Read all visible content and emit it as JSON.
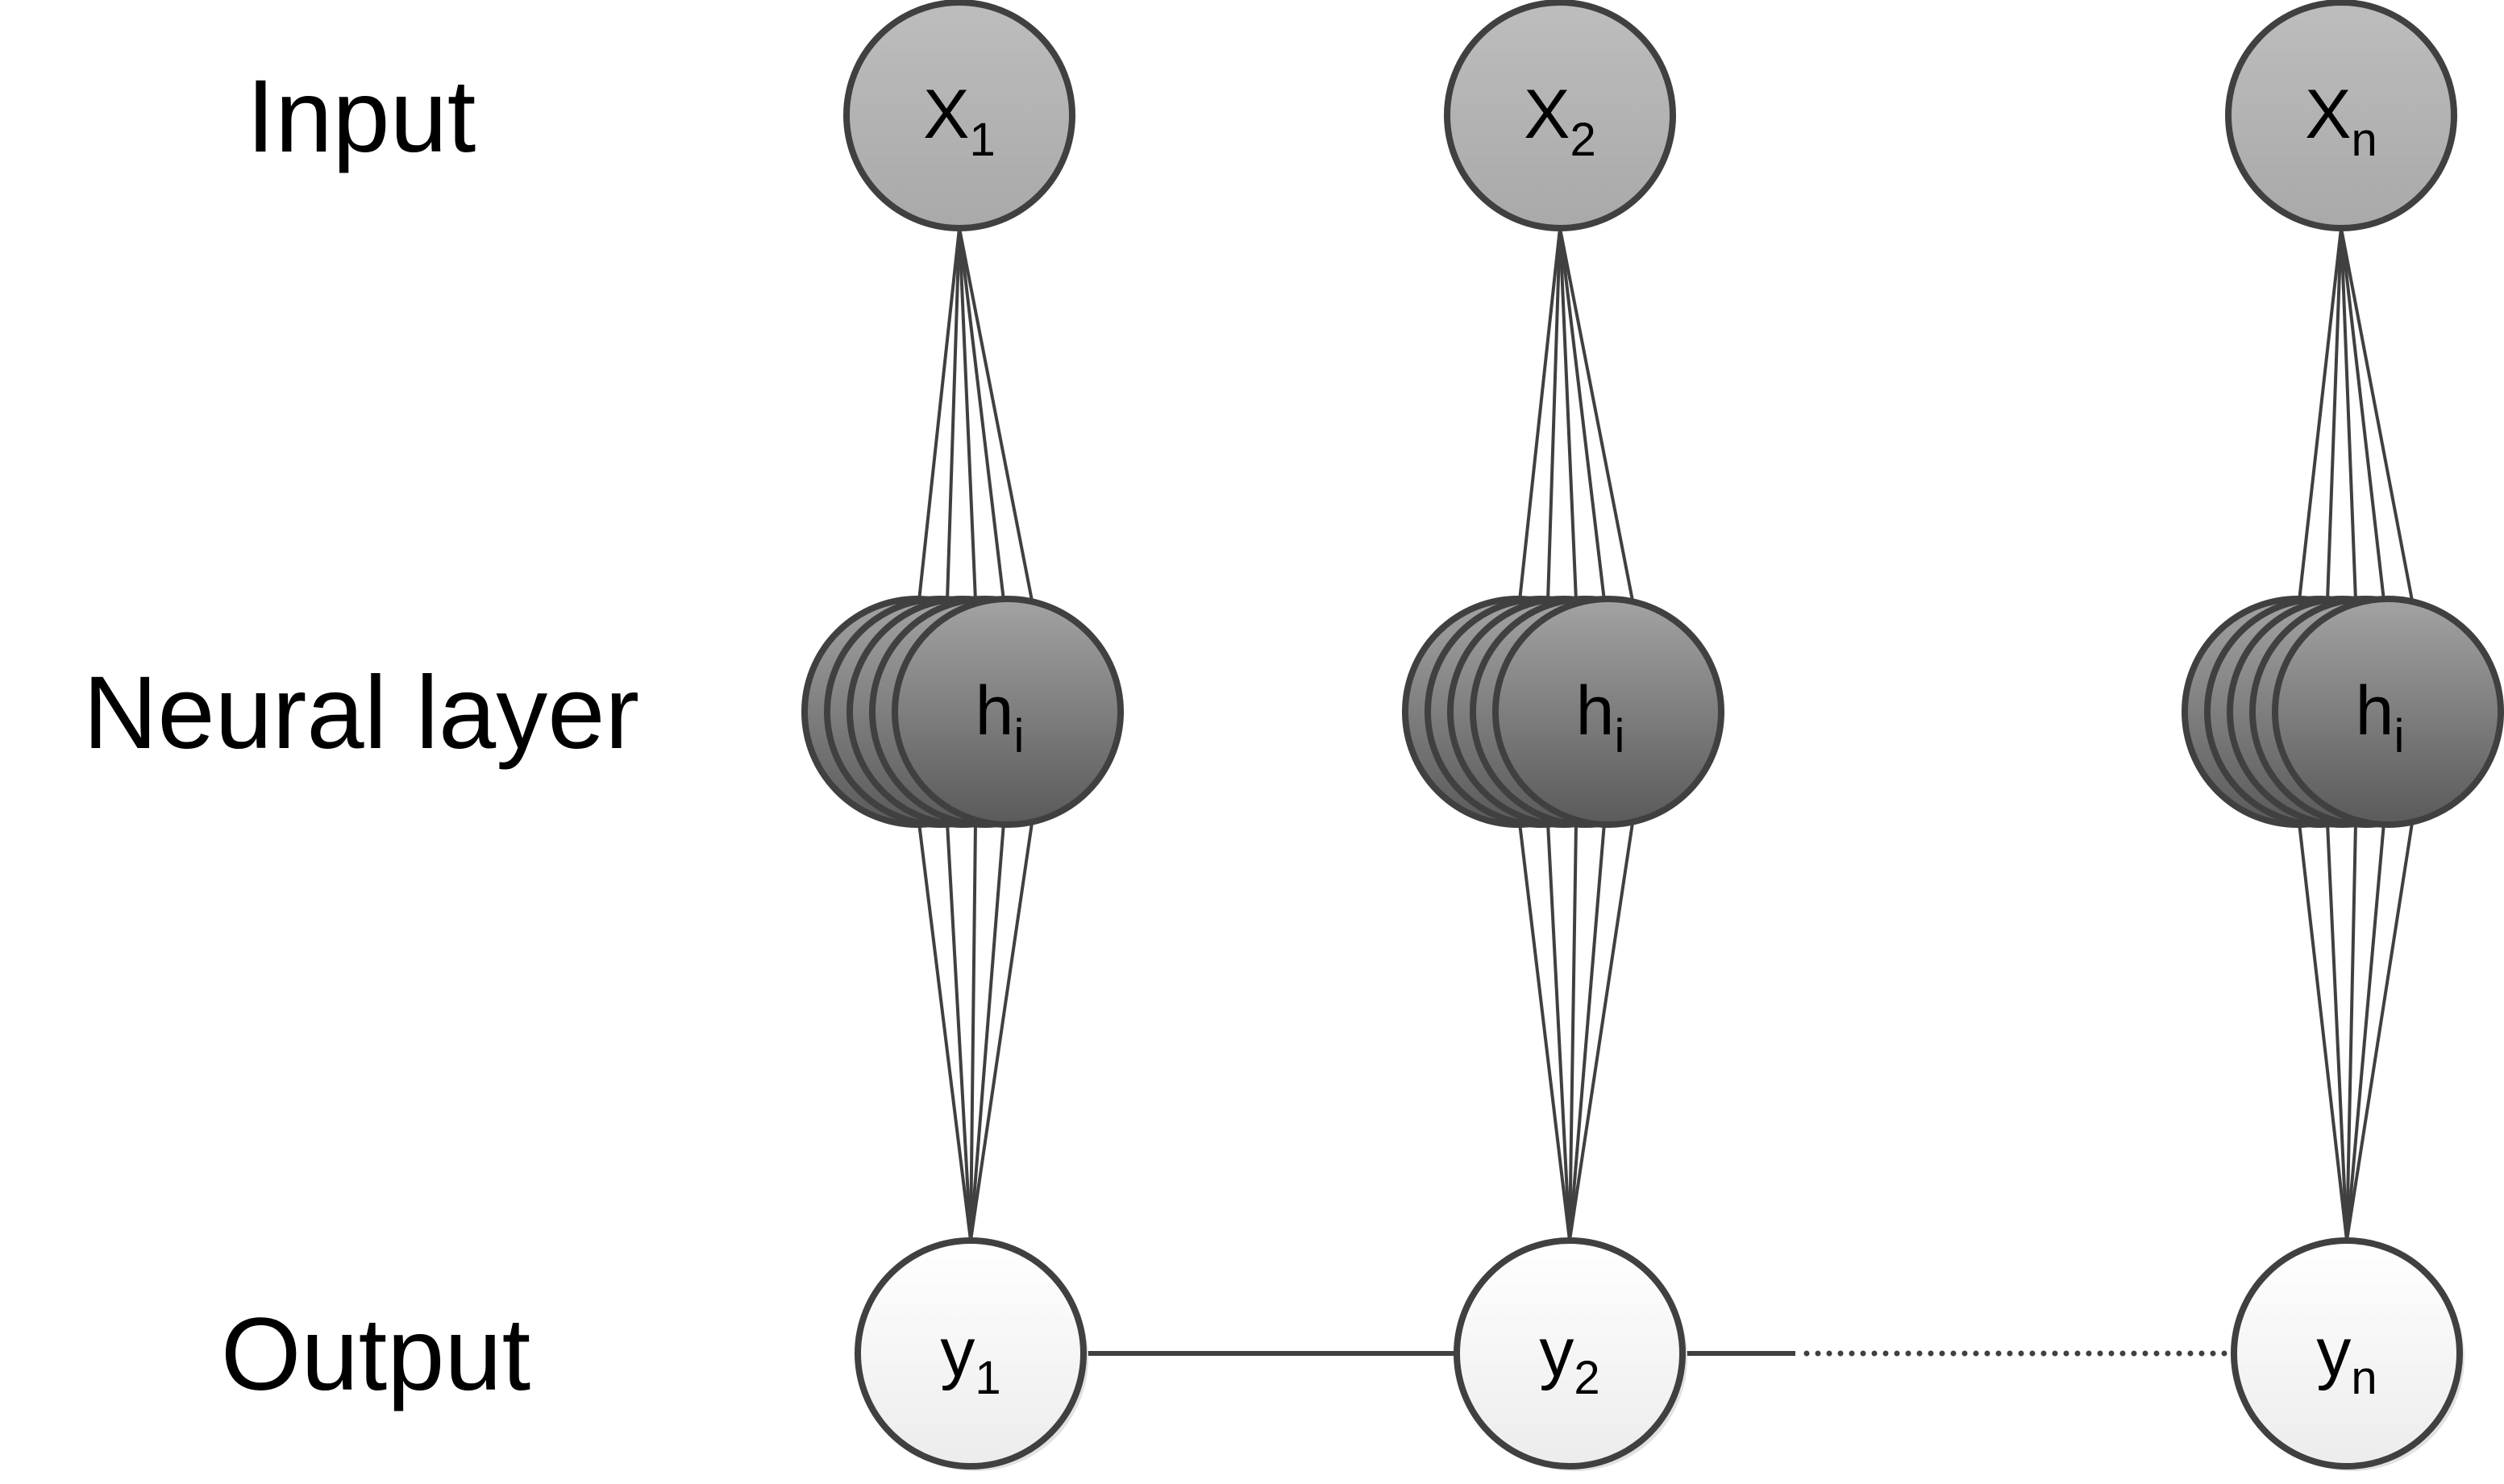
{
  "row_labels": {
    "input": "Input",
    "hidden": "Neural layer",
    "output": "Output"
  },
  "columns": [
    {
      "input": {
        "base": "X",
        "sub": "1"
      },
      "hidden": {
        "base": "h",
        "sub": "i"
      },
      "output": {
        "base": "y",
        "sub": "1"
      }
    },
    {
      "input": {
        "base": "X",
        "sub": "2"
      },
      "hidden": {
        "base": "h",
        "sub": "i"
      },
      "output": {
        "base": "y",
        "sub": "2"
      }
    },
    {
      "input": {
        "base": "X",
        "sub": "n"
      },
      "hidden": {
        "base": "h",
        "sub": "i"
      },
      "output": {
        "base": "y",
        "sub": "n"
      }
    }
  ],
  "hidden_stack_depth": 5,
  "fan_lines_per_column": 5,
  "output_links": [
    {
      "from": 0,
      "to": 1,
      "style": "solid"
    },
    {
      "from": 1,
      "to": 2,
      "style": "solid-then-dotted"
    }
  ],
  "colors": {
    "stroke": "#404040",
    "input_fill_top": "#bdbdbd",
    "input_fill_bottom": "#a9a9a9",
    "hidden_fill_top": "#a3a3a3",
    "hidden_fill_bottom": "#5a5a5a",
    "output_fill_top": "#ffffff",
    "output_fill_bottom": "#ececec"
  }
}
